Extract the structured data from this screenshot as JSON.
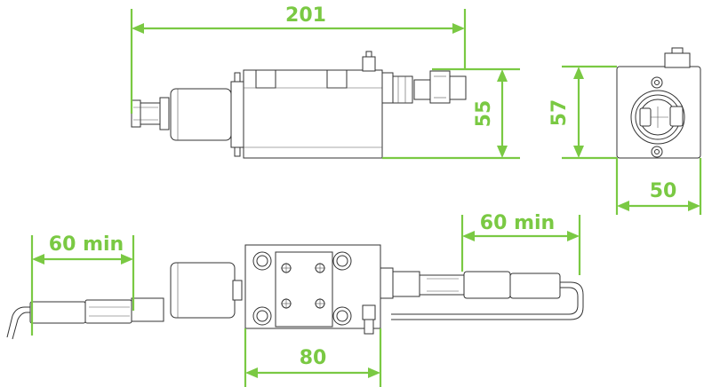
{
  "colors": {
    "dimension": "#7ac943",
    "outline": "#333333"
  },
  "dimensions": {
    "length_overall": "201",
    "height_side": "55",
    "height_front": "57",
    "width_front": "50",
    "cable_left": "60 min",
    "cable_right": "60 min",
    "body_width_top": "80"
  }
}
